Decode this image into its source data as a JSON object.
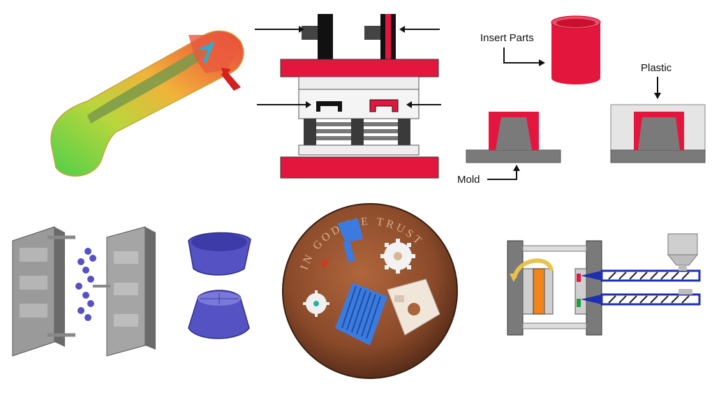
{
  "insert_molding": {
    "insert_label": "Insert Parts",
    "mold_label": "Mold",
    "plastic_label": "Plastic"
  },
  "coin": {
    "rim_text": "IN GOD WE TRUST"
  },
  "colors": {
    "mold_red": "#e3173e",
    "mold_gray": "#7a7a7a",
    "part_blue": "#5552c4",
    "screw_blue": "#1f2fb0",
    "coin_copper": "#8a4a2a",
    "heat_map_red": "#e8483a",
    "heat_map_green": "#4fcf4a"
  }
}
